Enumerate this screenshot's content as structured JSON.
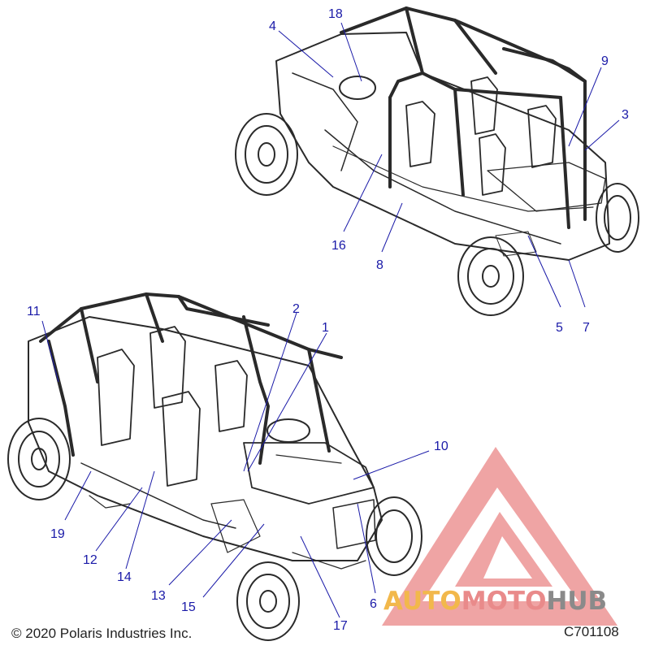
{
  "callouts": {
    "c1": "1",
    "c2": "2",
    "c3": "3",
    "c4": "4",
    "c5": "5",
    "c6": "6",
    "c7": "7",
    "c8": "8",
    "c9": "9",
    "c10": "10",
    "c11": "11",
    "c12": "12",
    "c13": "13",
    "c14": "14",
    "c15": "15",
    "c16": "16",
    "c17": "17",
    "c18": "18",
    "c19": "19"
  },
  "footer": {
    "copyright": "© 2020 Polaris Industries Inc.",
    "diagram_code": "C701108"
  },
  "watermark": {
    "part1": "AUTO",
    "part2": "MOTO",
    "part3": "HUB",
    "color_auto": "#f2b84b",
    "color_moto": "#e98a8a",
    "color_hub": "#8a8a8a",
    "logo_color": "#e98585"
  },
  "colors": {
    "callout": "#1a1aa8",
    "line_art": "#2a2a2a"
  }
}
